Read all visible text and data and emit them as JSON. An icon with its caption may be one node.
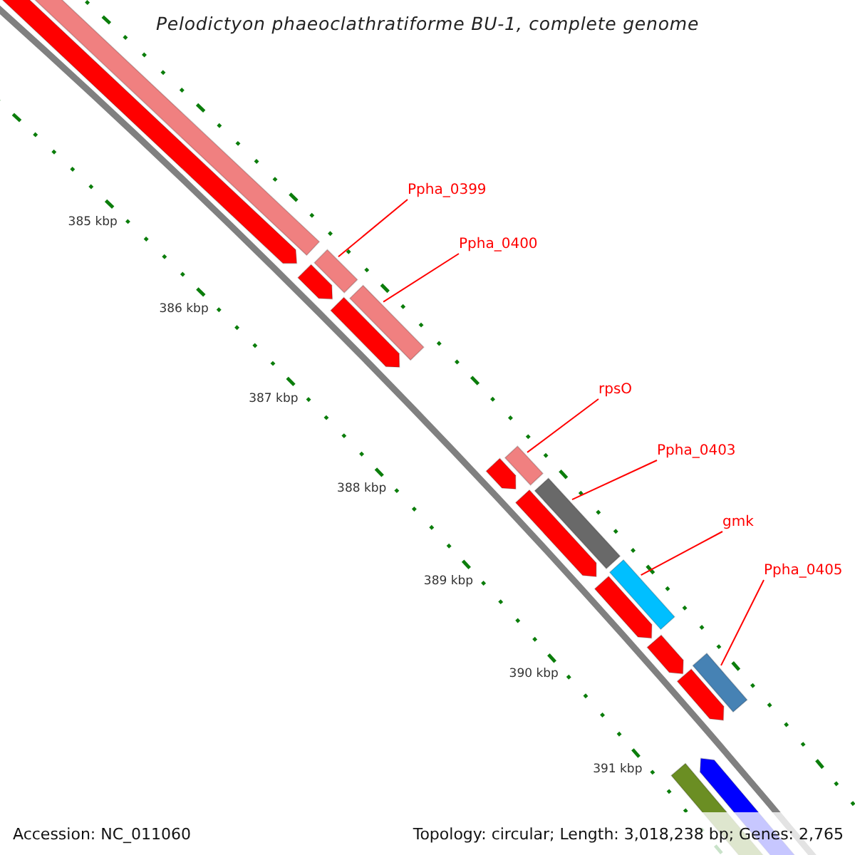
{
  "diagram": {
    "title": "Pelodictyon phaeoclathratiforme BU-1, complete genome",
    "nodes": [
      {
        "text": [
          "Ppha_0399"
        ]
      },
      {
        "text": [
          "Ppha_0400"
        ]
      },
      {
        "text": [
          "rpsO"
        ]
      },
      {
        "text": [
          "Ppha_0403"
        ]
      },
      {
        "text": [
          "gmk"
        ]
      },
      {
        "text": [
          "Ppha_0405"
        ]
      },
      {
        "text": [],
        "shape": "bar"
      },
      {
        "text": [],
        "shape": "bar"
      },
      {
        "text": [],
        "shape": "bar"
      },
      {
        "text": [],
        "shape": "bar"
      },
      {
        "text": [],
        "shape": "bar"
      },
      {
        "text": [],
        "shape": "bar"
      }
    ],
    "edges": [
      {
        "from": 0,
        "to": 6,
        "arrow": "none"
      },
      {
        "from": 1,
        "to": 7,
        "arrow": "none"
      },
      {
        "from": 2,
        "to": 8,
        "arrow": "none"
      },
      {
        "from": 3,
        "to": 9,
        "arrow": "none"
      },
      {
        "from": 4,
        "to": 10,
        "arrow": "none"
      },
      {
        "from": 5,
        "to": 11,
        "arrow": "none"
      }
    ],
    "labels": [
      "385 kbp",
      "386 kbp",
      "387 kbp",
      "388 kbp",
      "389 kbp",
      "390 kbp",
      "391 kbp",
      "Accession: NC_011060",
      "Topology: circular; Length: 3,018,238 bp; Genes: 2,765"
    ]
  }
}
